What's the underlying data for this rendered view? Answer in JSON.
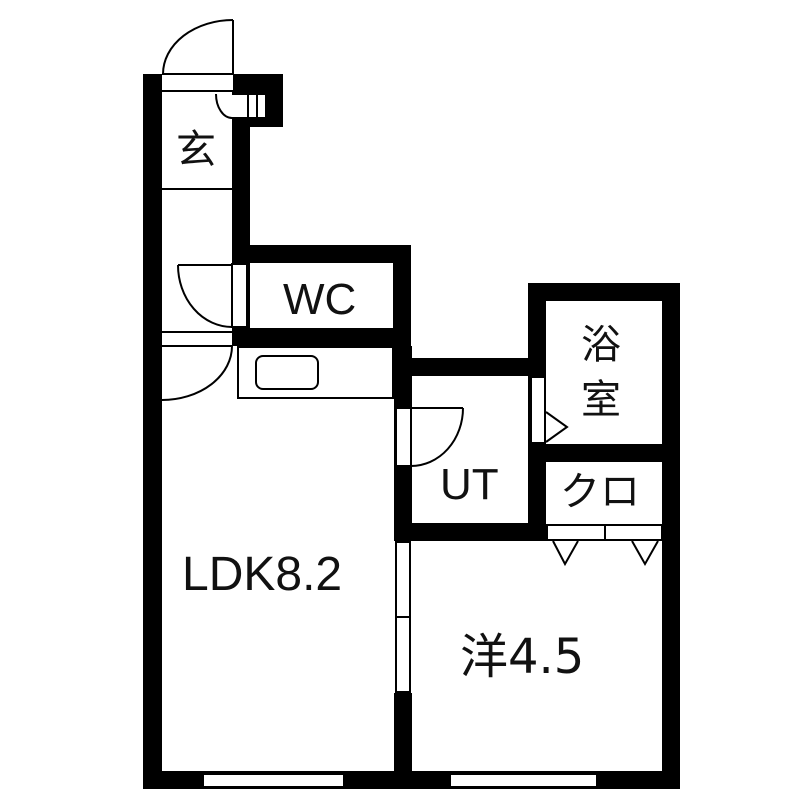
{
  "floorplan": {
    "colors": {
      "wall": "#000000",
      "background": "#ffffff",
      "text": "#111111"
    },
    "rooms": {
      "genkan": {
        "label": "玄",
        "meaning": "entrance"
      },
      "wc": {
        "label": "WC"
      },
      "bath": {
        "label_line1": "浴",
        "label_line2": "室"
      },
      "ut": {
        "label": "UT"
      },
      "closet": {
        "label": "クロ"
      },
      "ldk": {
        "label": "LDK8.2"
      },
      "western": {
        "label": "洋4.5"
      }
    }
  }
}
